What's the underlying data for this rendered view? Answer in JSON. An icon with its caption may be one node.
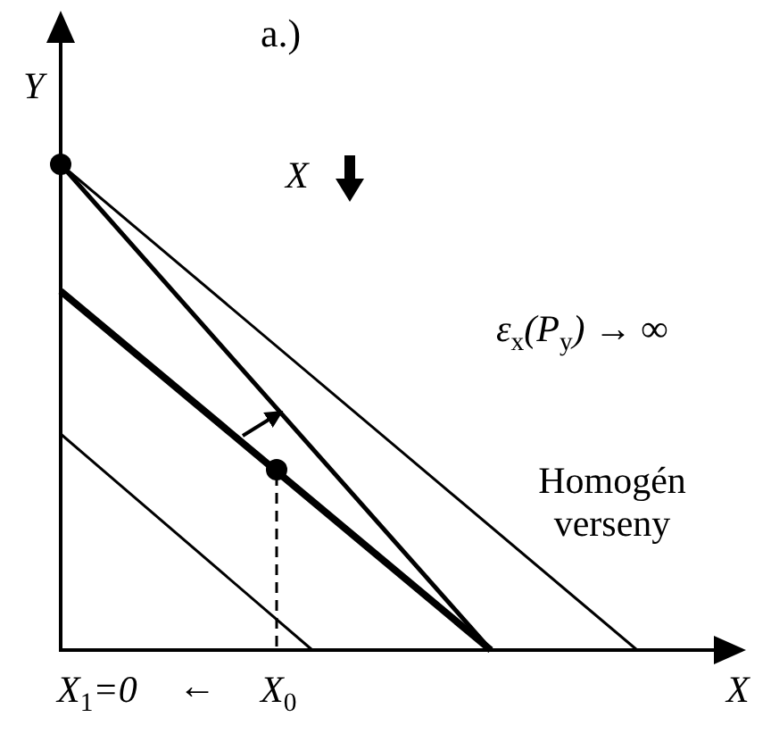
{
  "diagram": {
    "title": "a.)",
    "labels": [
      "Y",
      "X",
      "ε$_{x}$(P$_{y}$) → ∞",
      "Homogén verseny",
      "X$_{1}$=0",
      "←",
      "X$_{0}$",
      "X"
    ]
  }
}
